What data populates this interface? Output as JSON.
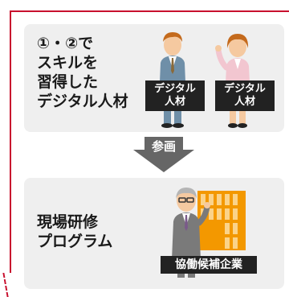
{
  "top_panel": {
    "text": "①・②で\nスキルを\n習得した\nデジタル人材",
    "tag_1": "デジタル\n人材",
    "tag_2": "デジタル\n人材"
  },
  "arrow": {
    "label": "参画"
  },
  "bottom_panel": {
    "text": "現場研修\nプログラム",
    "tag": "協働候補企業"
  },
  "colors": {
    "frame": "#c8102e",
    "panel_bg": "#efefef",
    "arrow": "#666666",
    "tag_bg": "#222222",
    "building": "#f39800"
  },
  "icons": [
    "businessman-icon",
    "businesswoman-icon",
    "senior-businessman-icon",
    "building-icon"
  ]
}
